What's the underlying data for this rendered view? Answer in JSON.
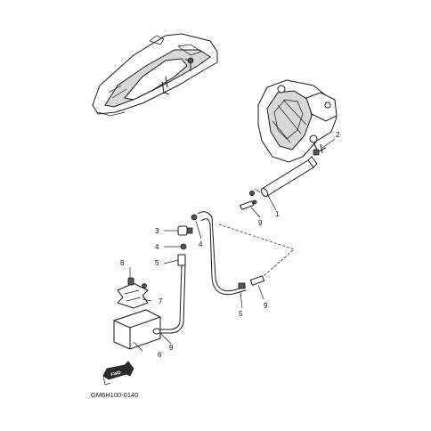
{
  "diagram": {
    "code": "GM6H100-0140",
    "fwd_label": "FWD",
    "callouts": {
      "c1": "1",
      "c2": "2",
      "c3": "3",
      "c4a": "4",
      "c4b": "4",
      "c5a": "5",
      "c5b": "5",
      "c6": "6",
      "c7": "7",
      "c8": "8",
      "c9a": "9",
      "c9b": "9",
      "c9c": "9"
    }
  }
}
